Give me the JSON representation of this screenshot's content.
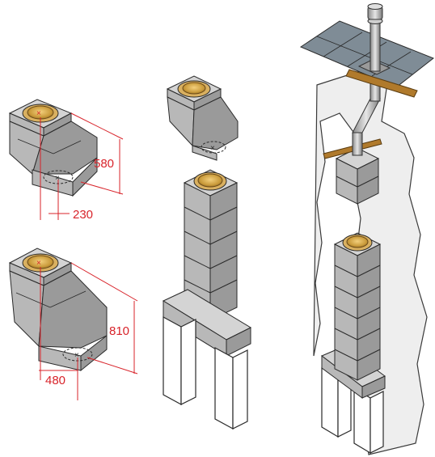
{
  "dimensions": {
    "d580": "580",
    "d230": "230",
    "d810": "810",
    "d480": "480"
  },
  "colors": {
    "dimension_red": "#d8232a",
    "block_gray": "#b8b8b8",
    "flue_ring_gold": "#c99a3a",
    "roof_slate": "#7f8c96",
    "timber": "#b07a2c"
  }
}
